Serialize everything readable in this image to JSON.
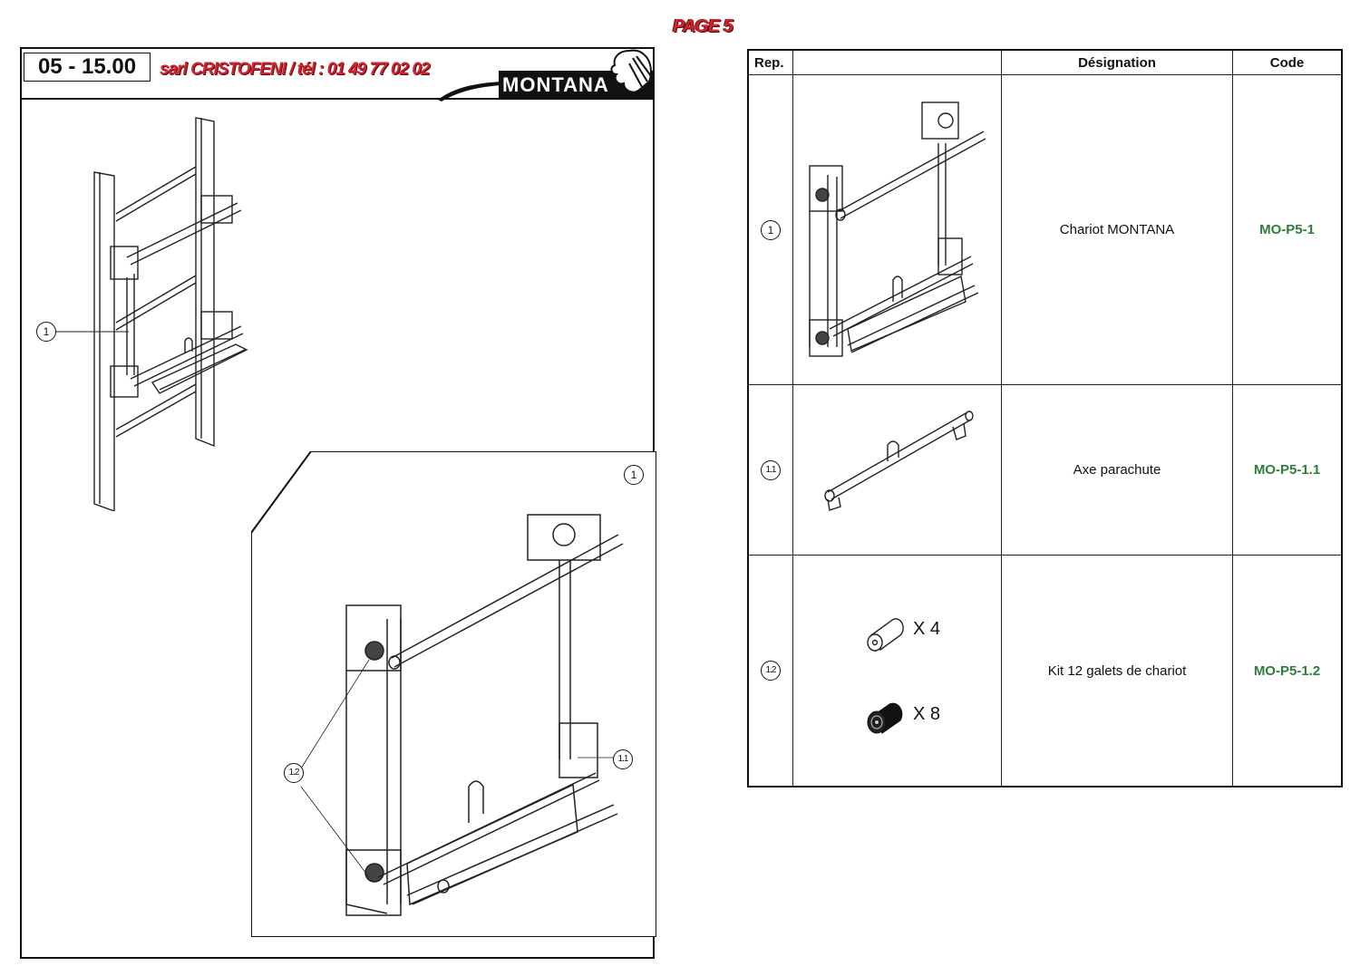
{
  "page_title": "PAGE 5",
  "header": {
    "reference": "05 - 15.00",
    "dealer": "sarl CRISTOFENI / tél : 01 49 77 02 02",
    "brand": "MONTANA"
  },
  "drawing": {
    "overview_callouts": [
      "1"
    ],
    "inset_callouts": [
      "1",
      "1.2",
      "1.1"
    ]
  },
  "table": {
    "headers": {
      "rep": "Rep.",
      "image": "",
      "designation": "Désignation",
      "code": "Code"
    },
    "rows": [
      {
        "rep": "1",
        "designation": "Chariot MONTANA",
        "code": "MO-P5-1"
      },
      {
        "rep": "1.1",
        "designation": "Axe parachute",
        "code": "MO-P5-1.1"
      },
      {
        "rep": "1.2",
        "designation": "Kit 12 galets de chariot",
        "code": "MO-P5-1.2",
        "quantities": [
          {
            "item": "spacer-roller",
            "label": "X 4"
          },
          {
            "item": "bearing-roller",
            "label": "X 8"
          }
        ]
      }
    ]
  },
  "colors": {
    "accent_red": "#d4222e",
    "code_green": "#2e7d3a"
  }
}
